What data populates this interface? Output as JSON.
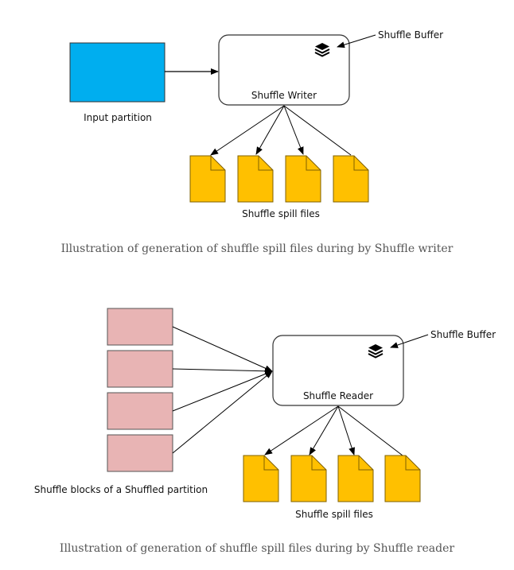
{
  "figure1": {
    "input_label": "Input partition",
    "writer_label": "Shuffle Writer",
    "buffer_label": "Shuffle Buffer",
    "spill_label": "Shuffle spill files",
    "buffer_icon": "layers-icon",
    "caption": "Illustration of generation of shuffle spill files during by Shuffle writer",
    "colors": {
      "input": "#00aeef",
      "file": "#ffc000",
      "file_border": "#7f6000"
    }
  },
  "figure2": {
    "blocks_label": "Shuffle blocks of a Shuffled partition",
    "reader_label": "Shuffle Reader",
    "buffer_label": "Shuffle Buffer",
    "spill_label": "Shuffle spill files",
    "buffer_icon": "layers-icon",
    "caption": "Illustration of generation of shuffle spill files during by Shuffle reader",
    "colors": {
      "block": "#e8b4b4",
      "file": "#ffc000",
      "file_border": "#7f6000"
    }
  }
}
